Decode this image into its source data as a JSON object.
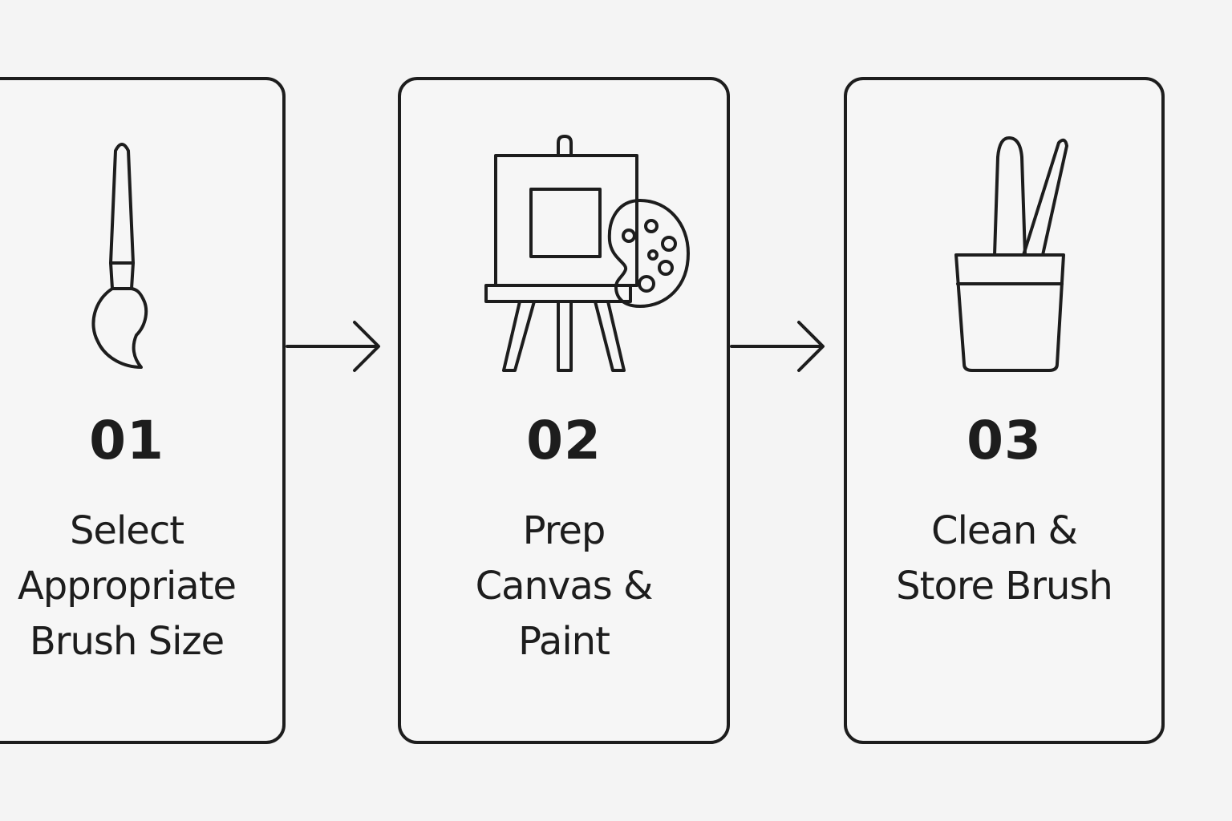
{
  "steps": [
    {
      "number": "01",
      "label_lines": [
        "Select",
        "Appropriate",
        "Brush Size"
      ],
      "icon": "paintbrush-icon"
    },
    {
      "number": "02",
      "label_lines": [
        "Prep",
        "Canvas &",
        "Paint"
      ],
      "icon": "easel-palette-icon"
    },
    {
      "number": "03",
      "label_lines": [
        "Clean &",
        "Store Brush"
      ],
      "icon": "brush-cup-icon"
    }
  ],
  "connectors": [
    "arrow-right-icon",
    "arrow-right-icon"
  ],
  "colors": {
    "background": "#f4f4f4",
    "stroke": "#1d1d1d",
    "text": "#1d1d1d"
  }
}
